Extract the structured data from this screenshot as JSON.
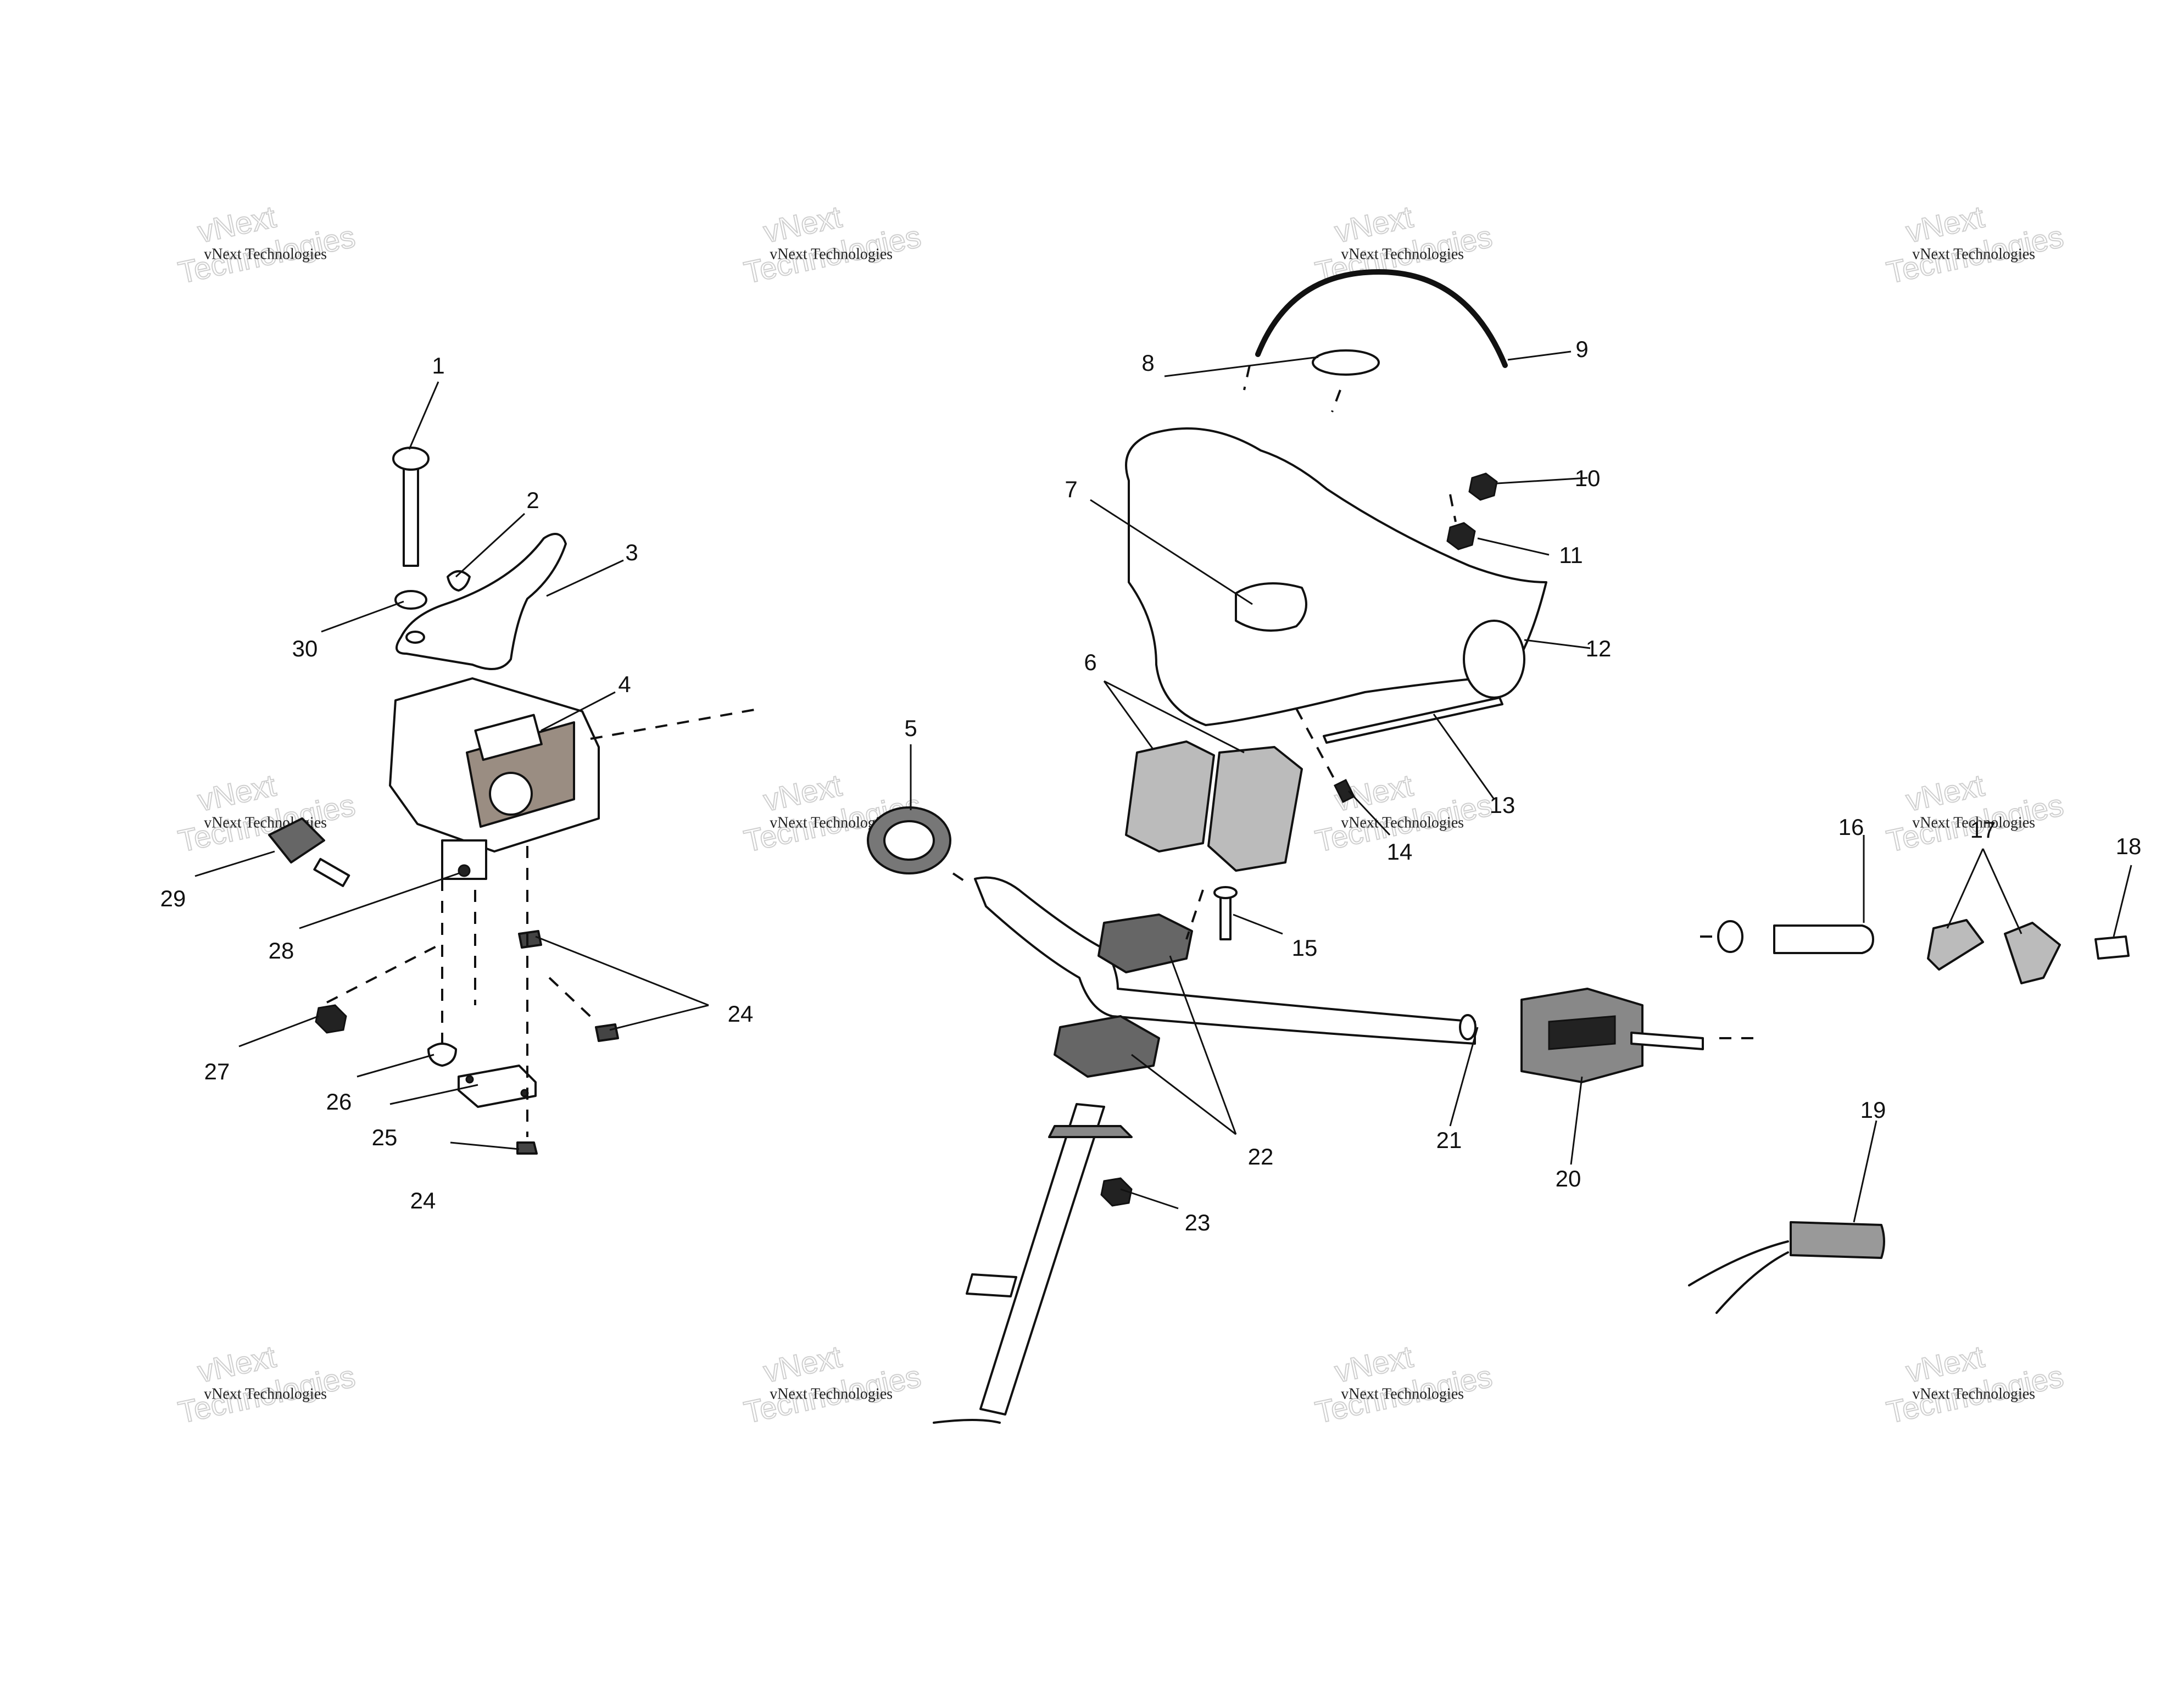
{
  "callouts": [
    {
      "id": "1",
      "label": "1"
    },
    {
      "id": "2",
      "label": "2"
    },
    {
      "id": "3",
      "label": "3"
    },
    {
      "id": "4",
      "label": "4"
    },
    {
      "id": "5",
      "label": "5"
    },
    {
      "id": "6",
      "label": "6"
    },
    {
      "id": "7",
      "label": "7"
    },
    {
      "id": "8",
      "label": "8"
    },
    {
      "id": "9",
      "label": "9"
    },
    {
      "id": "10",
      "label": "10"
    },
    {
      "id": "11",
      "label": "11"
    },
    {
      "id": "12",
      "label": "12"
    },
    {
      "id": "13",
      "label": "13"
    },
    {
      "id": "14",
      "label": "14"
    },
    {
      "id": "15",
      "label": "15"
    },
    {
      "id": "16",
      "label": "16"
    },
    {
      "id": "17",
      "label": "17"
    },
    {
      "id": "18",
      "label": "18"
    },
    {
      "id": "19",
      "label": "19"
    },
    {
      "id": "20",
      "label": "20"
    },
    {
      "id": "21",
      "label": "21"
    },
    {
      "id": "22",
      "label": "22"
    },
    {
      "id": "23",
      "label": "23"
    },
    {
      "id": "24",
      "label": "24"
    },
    {
      "id": "25",
      "label": "25"
    },
    {
      "id": "26",
      "label": "26"
    },
    {
      "id": "27",
      "label": "27"
    },
    {
      "id": "28",
      "label": "28"
    },
    {
      "id": "29",
      "label": "29"
    },
    {
      "id": "30",
      "label": "30"
    }
  ],
  "watermark": {
    "line1": "vNext Technologies",
    "big_top": "vNext",
    "big_bottom": "Technologies"
  }
}
